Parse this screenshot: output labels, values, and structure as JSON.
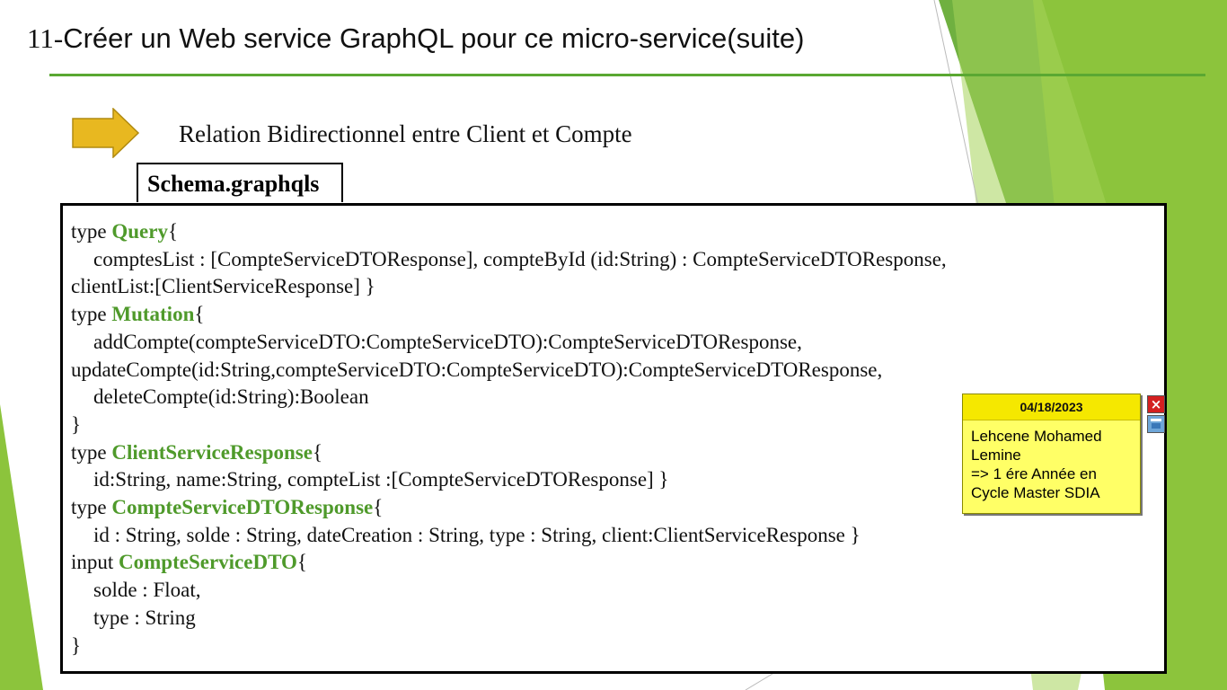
{
  "slide": {
    "title_number": "11-",
    "title_text": "Créer un Web service GraphQL pour ce micro-service(suite)",
    "subtitle": "Relation Bidirectionnel entre Client et Compte",
    "schema_tab": "Schema.graphqls"
  },
  "code": {
    "l1_a": "type ",
    "l1_kw": "Query",
    "l1_b": "{",
    "l2": "comptesList : [CompteServiceDTOResponse], compteById (id:String) : CompteServiceDTOResponse,",
    "l3": "clientList:[ClientServiceResponse] }",
    "l4_a": "type ",
    "l4_kw": "Mutation",
    "l4_b": "{",
    "l5": "addCompte(compteServiceDTO:CompteServiceDTO):CompteServiceDTOResponse,",
    "l6": "updateCompte(id:String,compteServiceDTO:CompteServiceDTO):CompteServiceDTOResponse,",
    "l7": "deleteCompte(id:String):Boolean",
    "l8": "}",
    "l9_a": "type ",
    "l9_kw": "ClientServiceResponse",
    "l9_b": "{",
    "l10": "id:String,  name:String, compteList :[CompteServiceDTOResponse] }",
    "l11_a": "type ",
    "l11_kw": "CompteServiceDTOResponse",
    "l11_b": "{",
    "l12": "id : String, solde : String, dateCreation : String,  type : String, client:ClientServiceResponse }",
    "l13_a": "input ",
    "l13_kw": "CompteServiceDTO",
    "l13_b": "{",
    "l14": "solde : Float,",
    "l15": "type : String",
    "l16": "}"
  },
  "sticky_note": {
    "date": "04/18/2023",
    "line1": "Lehcene Mohamed",
    "line2": "Lemine",
    "line3": "=> 1 ére Année en",
    "line4": "Cycle Master SDIA",
    "close_icon": "×",
    "close_name": "close-icon",
    "minimize_name": "minimize-icon"
  },
  "colors": {
    "accent_green": "#5aa832",
    "keyword_green": "#4f9a2b",
    "arrow_gold": "#e8b820",
    "note_yellow": "#ffff66"
  }
}
